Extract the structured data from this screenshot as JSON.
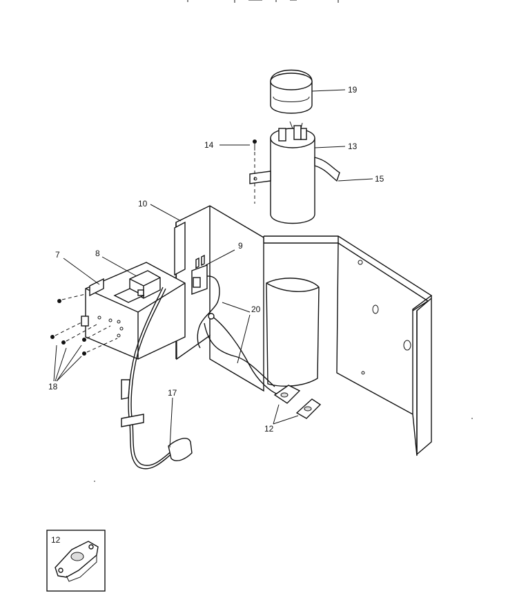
{
  "labels": {
    "p19": "19",
    "p14": "14",
    "p13": "13",
    "p15": "15",
    "p10": "10",
    "p9": "9",
    "p7": "7",
    "p8": "8",
    "p20": "20",
    "p18": "18",
    "p17": "17",
    "p12": "12",
    "inset": "12"
  },
  "colors": {
    "ink": "#111111",
    "paper": "#ffffff"
  }
}
